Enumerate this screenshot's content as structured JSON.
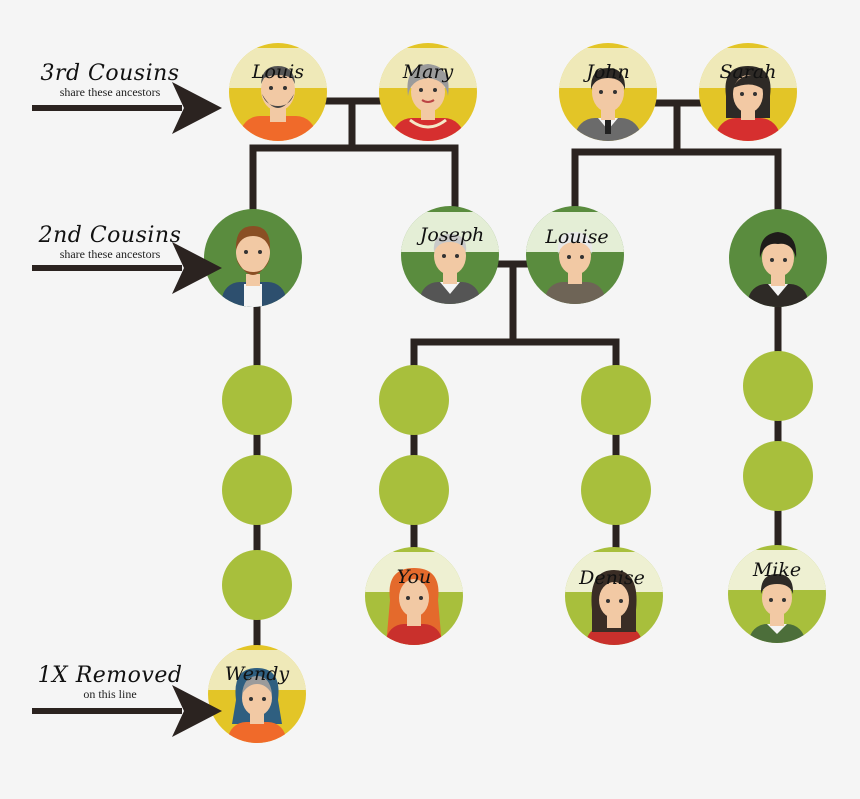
{
  "labels": {
    "third_cousins": {
      "title": "3rd Cousins",
      "sub": "share these ancestors"
    },
    "second_cousins": {
      "title": "2nd Cousins",
      "sub": "share these ancestors"
    },
    "removed": {
      "title": "1X Removed",
      "sub": "on this line"
    }
  },
  "people": {
    "louis": "Louis",
    "mary": "Mary",
    "john": "John",
    "sarah": "Sarah",
    "joseph": "Joseph",
    "louise": "Louise",
    "you": "You",
    "denise": "Denise",
    "mike": "Mike",
    "wendy": "Wendy"
  },
  "colors": {
    "generation_1": "#e3c527",
    "generation_2": "#5a8c3e",
    "placeholder": "#a8bf3c",
    "connector": "#2b2320"
  }
}
